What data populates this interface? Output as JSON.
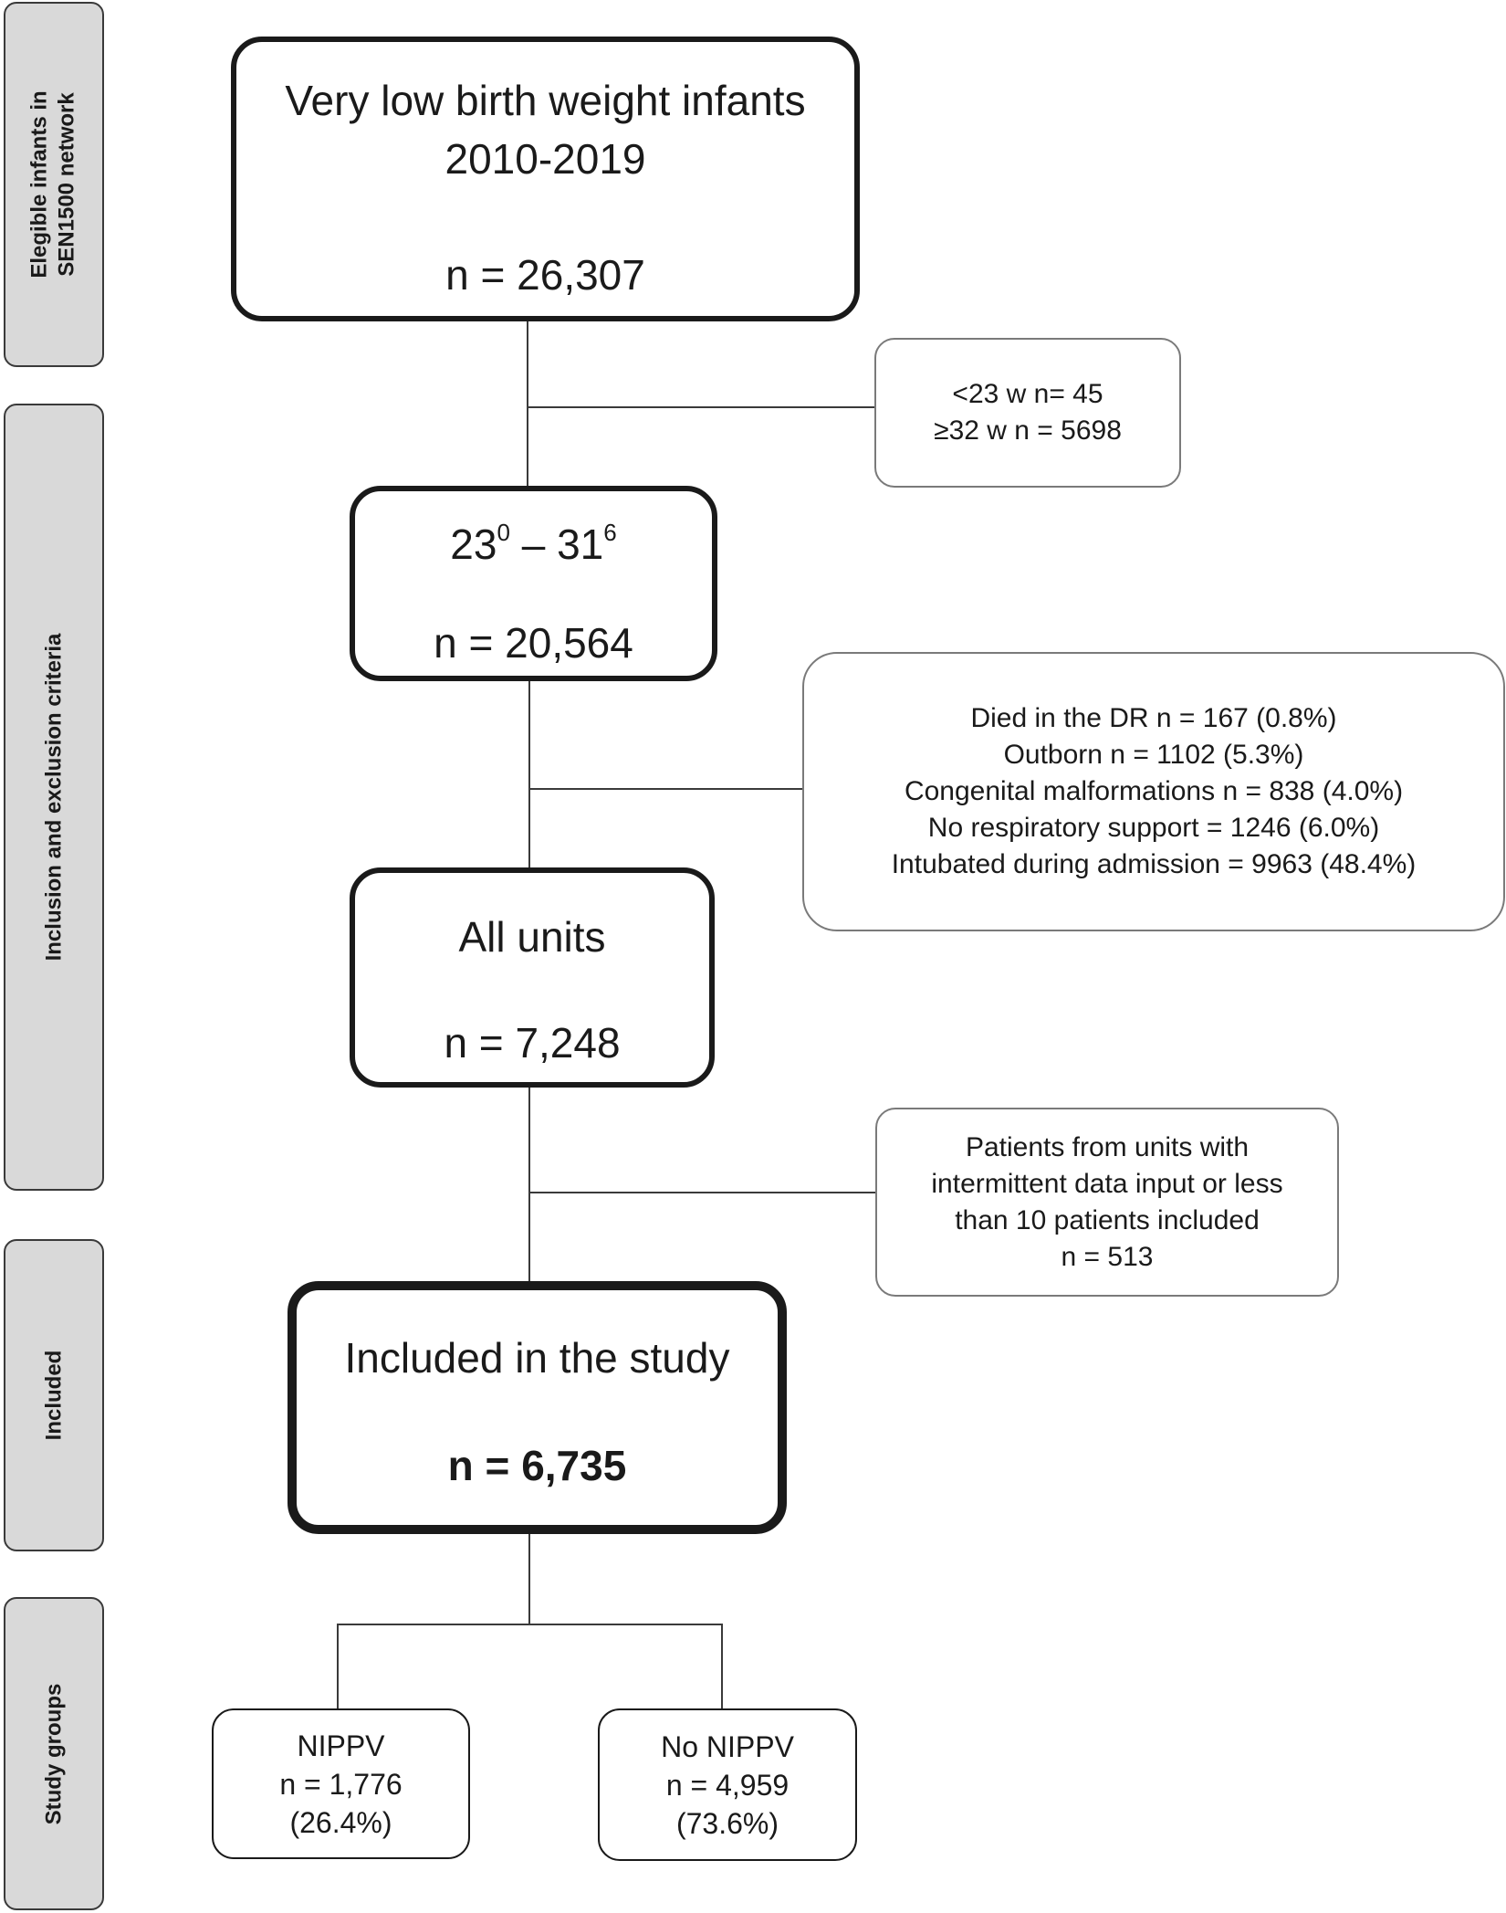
{
  "phases": {
    "eligible": {
      "line1": "Elegible  infants in",
      "line2": "SEN1500 network"
    },
    "criteria": {
      "label": "Inclusion and exclusion criteria"
    },
    "included": {
      "label": "Included"
    },
    "groups": {
      "label": "Study groups"
    }
  },
  "nodes": {
    "vlbw": {
      "title_line1": "Very low birth weight infants",
      "title_line2": "2010-2019",
      "count": "n = 26,307"
    },
    "gestation": {
      "range_start": "23",
      "range_start_sup": "0",
      "range_sep": " – ",
      "range_end": "31",
      "range_end_sup": "6",
      "count": "n = 20,564"
    },
    "all_units": {
      "title": "All units",
      "count": "n = 7,248"
    },
    "included": {
      "title": "Included in the study",
      "count": "n = 6,735"
    },
    "nippv": {
      "name": "NIPPV",
      "count": "n = 1,776",
      "pct": "(26.4%)"
    },
    "no_nippv": {
      "name": "No NIPPV",
      "count": "n = 4,959",
      "pct": "(73.6%)"
    }
  },
  "exclusions": {
    "gestational_age": [
      "<23 w n= 45",
      "≥32 w n = 5698"
    ],
    "clinical": [
      "Died in the DR n = 167 (0.8%)",
      "Outborn n = 1102 (5.3%)",
      "Congenital malformations n = 838 (4.0%)",
      "No respiratory support = 1246 (6.0%)",
      "Intubated during admission = 9963 (48.4%)"
    ],
    "units": [
      "Patients from units with",
      "intermittent data input or less",
      "than 10 patients included",
      "n = 513"
    ]
  }
}
